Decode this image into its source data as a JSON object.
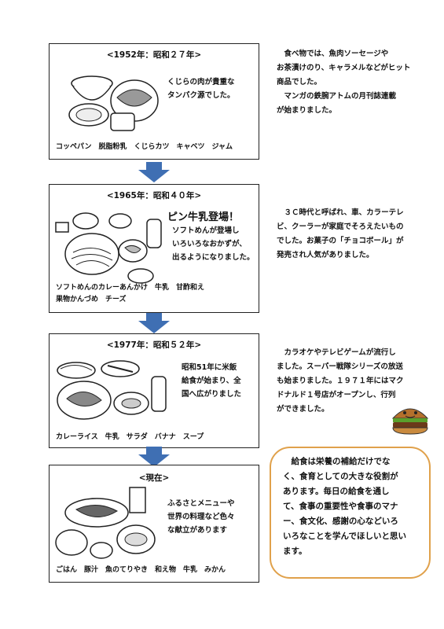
{
  "eras": [
    {
      "title": "<1952年：昭和２７年>",
      "description": "くじらの肉が貴重な\nタンパク源でした。",
      "items": "コッペパン　脱脂粉乳　くじらカツ　キャベツ　ジャム"
    },
    {
      "title": "<1965年：昭和４０年>",
      "headline": "ピン牛乳登場！",
      "description": "ソフトめんが登場し\nいろいろなおかずが、\n出るようになりました。",
      "items": "ソフトめんのカレーあんかけ　牛乳　甘酢和え\n果物かんづめ　チーズ"
    },
    {
      "title": "<1977年：昭和５２年>",
      "description": "昭和51年に米飯\n給食が始まり、全\n国へ広がりました",
      "items": "カレーライス　牛乳　サラダ　バナナ　スープ"
    },
    {
      "title": "<現在>",
      "description": "ふるさとメニューや\n世界の料理など色々\nな献立があります",
      "items": "ごはん　豚汁　魚のてりやき　和え物　牛乳　みかん"
    }
  ],
  "side_notes": [
    "　食べ物では、魚肉ソーセージや\nお茶漬けのり、キャラメルなどがヒット\n商品でした。\n　マンガの鉄腕アトムの月刊誌連載\nが始まりました。",
    "　３Ｃ時代と呼ばれ、車、カラーテレ\nビ、クーラーが家庭でそろえたいもの\nでした。お菓子の「チョコボール」が\n発売され人気がありました。",
    "　カラオケやテレビゲームが流行し\nました。スーパー戦隊シリーズの放送\nも始まりました。１９７１年にはマク\nドナルド１号店がオープンし、行列\nができました。"
  ],
  "callout": "　給食は栄養の補給だけでな\nく、食育としての大きな役割が\nあります。毎日の給食を通し\nて、食事の重要性や食事のマナ\nー、食文化、感謝の心などいろ\nいろなことを学んでほしいと思い\nます。",
  "colors": {
    "arrow": "#3f6fb3",
    "callout_border": "#e0a14b"
  }
}
